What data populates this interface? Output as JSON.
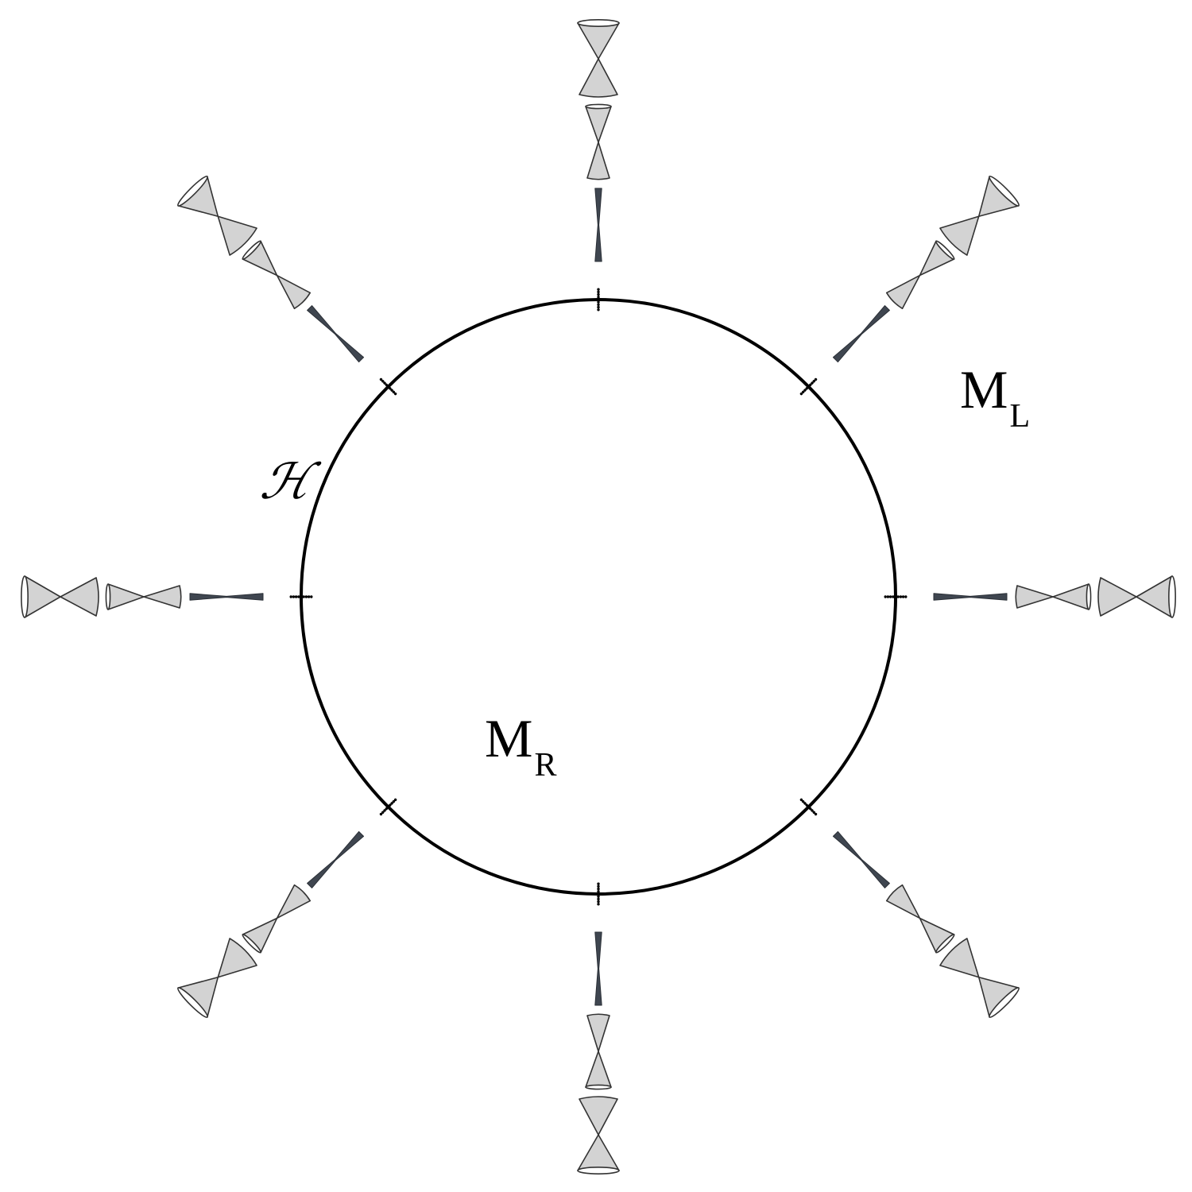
{
  "diagram": {
    "title": "",
    "labels": {
      "horizon": "ℋ",
      "left_region": "M",
      "left_region_sub": "L",
      "right_region": "M",
      "right_region_sub": "R"
    },
    "horizon": {
      "shape": "circle",
      "stroke_color": "#000000"
    },
    "rays": {
      "count": 8,
      "directions_deg": [
        0,
        45,
        90,
        135,
        180,
        225,
        270,
        315
      ],
      "elements_per_ray": [
        {
          "kind": "dotted-tick",
          "description": "dotted tick crossing horizon"
        },
        {
          "kind": "squeezed-light-cone",
          "description": "narrow dark light cone near horizon"
        },
        {
          "kind": "light-cone",
          "size": "small",
          "description": "gray light cone"
        },
        {
          "kind": "light-cone",
          "size": "large",
          "description": "larger gray light cone"
        }
      ]
    },
    "colors": {
      "cone_fill": "#d3d3d3",
      "cone_stroke": "#333333",
      "squeezed_fill": "#3f4650",
      "dots": "#000000",
      "background": "#ffffff"
    }
  }
}
